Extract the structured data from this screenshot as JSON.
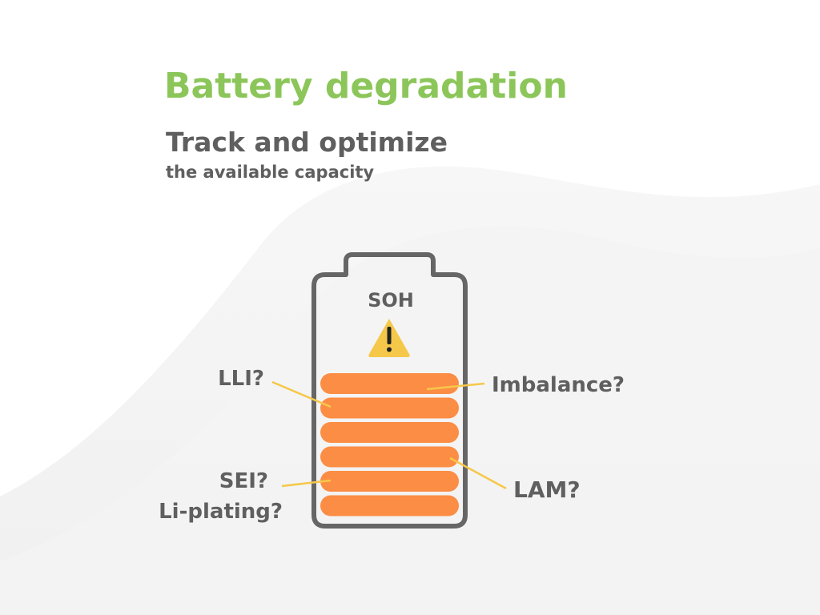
{
  "title": "Battery degradation",
  "subtitle": "Track and optimize",
  "subtitle_small": "the available capacity",
  "battery": {
    "label": "SOH",
    "warning_icon": "warning-triangle-icon",
    "cell_count": 6
  },
  "callouts": {
    "lli": "LLI?",
    "imbalance": "Imbalance?",
    "sei": "SEI?",
    "li_plating": "Li-plating?",
    "lam": "LAM?"
  },
  "colors": {
    "title_green": "#8cc65a",
    "text_gray": "#5f5f5f",
    "battery_outline": "#666666",
    "cell_orange": "#fb8d45",
    "callout_line": "#f6c84a",
    "warning_yellow": "#f6c84a",
    "background_wave": "#f4f4f4"
  }
}
